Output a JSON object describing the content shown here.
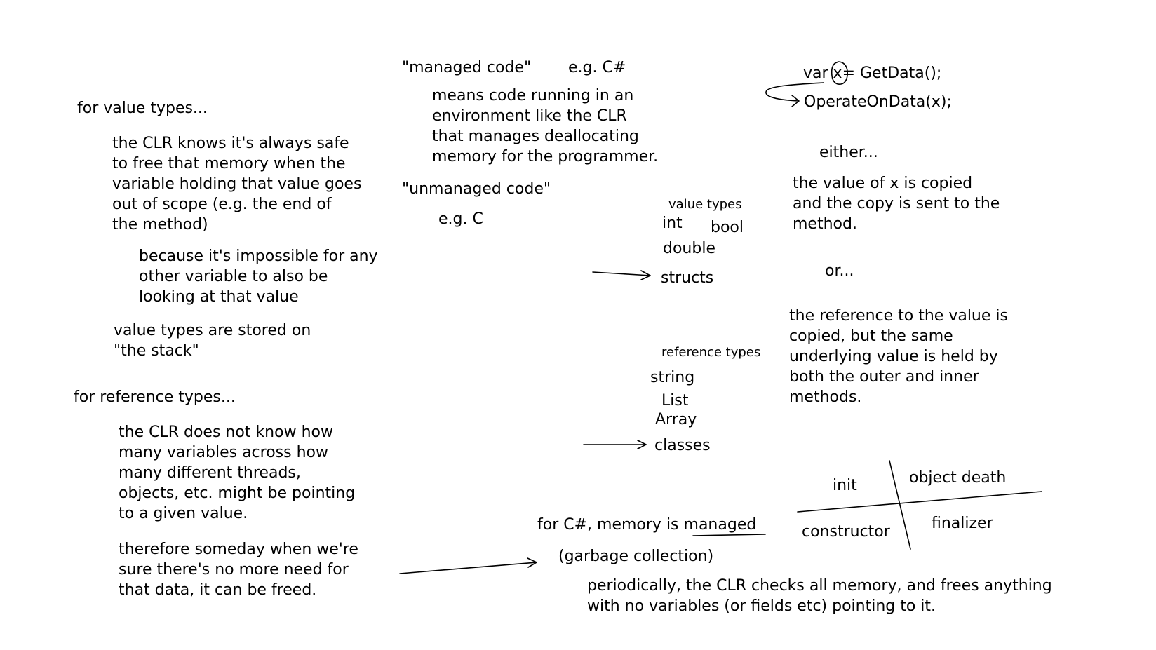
{
  "left": {
    "value_heading": "for value types...",
    "value_body": "the CLR knows it's always safe\nto free that memory when the\nvariable holding that value goes\nout of scope (e.g. the end of\nthe method)",
    "value_because": "because it's impossible for any\nother variable to also be\nlooking at that value",
    "value_stack": "value types are stored on\n\"the stack\"",
    "reference_heading": "for reference types...",
    "reference_body": "the CLR does not know how\nmany variables across how\nmany different threads,\nobjects, etc. might be pointing\nto a given value.",
    "reference_therefore": "therefore someday when we're\nsure there's no more need for\nthat data, it can be freed."
  },
  "middle": {
    "managed_label": "\"managed code\"",
    "managed_example": "e.g. C#",
    "managed_desc": "means code running in an\nenvironment like the CLR\nthat manages deallocating\nmemory for the programmer.",
    "unmanaged_label": "\"unmanaged code\"",
    "unmanaged_example": "e.g. C",
    "value_types_heading": "value types",
    "value_types": [
      "int",
      "bool",
      "double",
      "structs"
    ],
    "reference_types_heading": "reference types",
    "reference_types": [
      "string",
      "List",
      "Array",
      "classes"
    ],
    "csharp_memory_prefix": "for C#, memory is ",
    "csharp_memory_emph": "managed",
    "gc": "(garbage collection)",
    "gc_desc": "periodically, the CLR checks all memory, and frees anything\nwith no variables (or fields etc) pointing to it."
  },
  "right": {
    "code_line1_prefix": "var ",
    "code_line1_var": "x",
    "code_line1_suffix": "= GetData();",
    "code_line2": "OperateOnData(x);",
    "either": "either...",
    "option1": "the value of x is copied\nand the copy is sent to the\nmethod.",
    "or": "or...",
    "option2": "the reference to the value is\ncopied, but the same\nunderlying value is held by\nboth the outer and inner\nmethods.",
    "grid": {
      "top_left": "init",
      "top_right": "object death",
      "bottom_left": "constructor",
      "bottom_right": "finalizer"
    }
  },
  "colors": {
    "ink": "#000000",
    "paper": "#ffffff"
  }
}
